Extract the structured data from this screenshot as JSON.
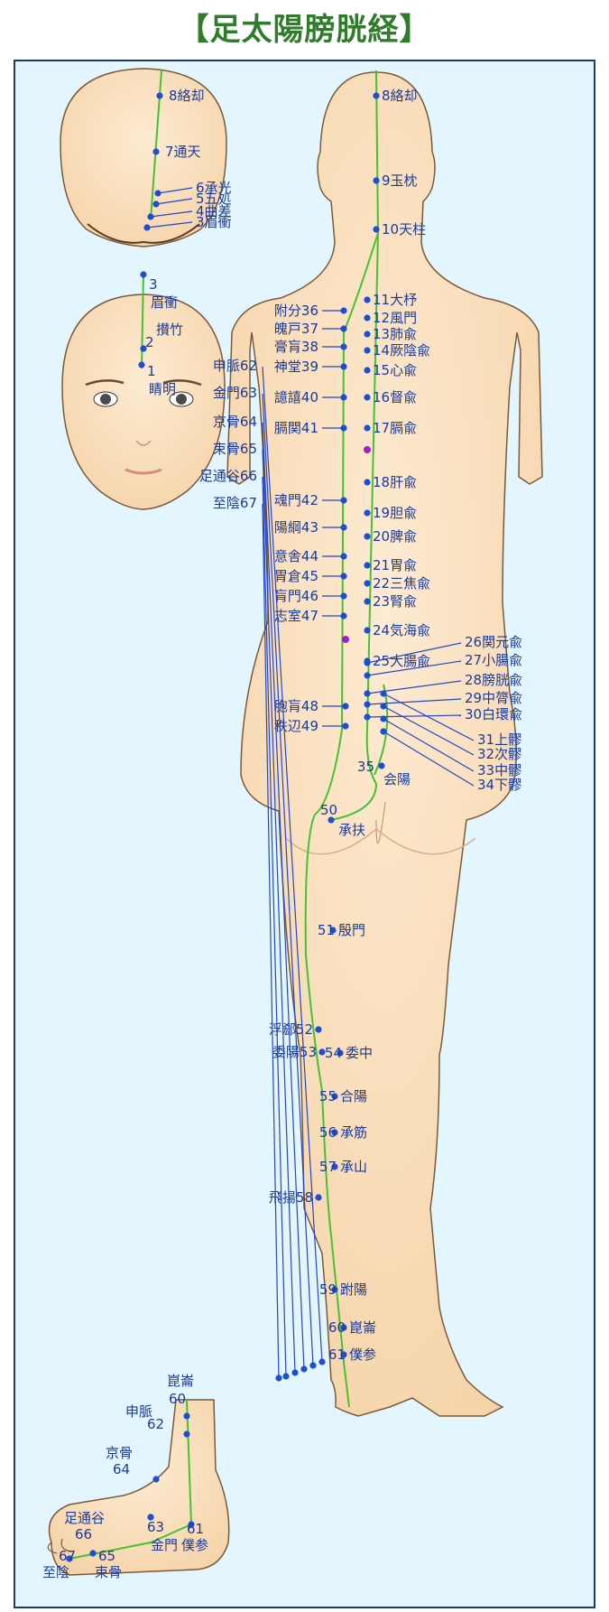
{
  "title": "【足太陽膀胱経】",
  "colors": {
    "meridian": "#44c232",
    "point": "#1d4fd1",
    "label": "#1a3a9e",
    "skin": "#fce4c2",
    "background": "#e3f6fd",
    "frame": "#1d3c66",
    "extra_point": "#a020c8"
  },
  "top_head": [
    {
      "n": "8",
      "name": "絡却"
    },
    {
      "n": "7",
      "name": "通天"
    },
    {
      "n": "6",
      "name": "承光"
    },
    {
      "n": "5",
      "name": "五処"
    },
    {
      "n": "4",
      "name": "曲差"
    },
    {
      "n": "3",
      "name": "眉衝"
    }
  ],
  "face": [
    {
      "n": "3",
      "name": "眉衝"
    },
    {
      "n": "2",
      "name": "攅竹"
    },
    {
      "n": "1",
      "name": "睛明"
    }
  ],
  "body_left": [
    {
      "n": "36",
      "name": "附分"
    },
    {
      "n": "37",
      "name": "魄戸"
    },
    {
      "n": "38",
      "name": "膏肓"
    },
    {
      "n": "39",
      "name": "神堂"
    },
    {
      "n": "40",
      "name": "譩譆"
    },
    {
      "n": "41",
      "name": "膈関"
    },
    {
      "n": "42",
      "name": "魂門"
    },
    {
      "n": "43",
      "name": "陽綱"
    },
    {
      "n": "44",
      "name": "意舎"
    },
    {
      "n": "45",
      "name": "胃倉"
    },
    {
      "n": "46",
      "name": "肓門"
    },
    {
      "n": "47",
      "name": "志室"
    },
    {
      "n": "48",
      "name": "胞肓"
    },
    {
      "n": "49",
      "name": "秩辺"
    }
  ],
  "body_right": [
    {
      "n": "8",
      "name": "絡却"
    },
    {
      "n": "9",
      "name": "玉枕"
    },
    {
      "n": "10",
      "name": "天柱"
    },
    {
      "n": "11",
      "name": "大杼"
    },
    {
      "n": "12",
      "name": "風門"
    },
    {
      "n": "13",
      "name": "肺兪"
    },
    {
      "n": "14",
      "name": "厥陰兪"
    },
    {
      "n": "15",
      "name": "心兪"
    },
    {
      "n": "16",
      "name": "督兪"
    },
    {
      "n": "17",
      "name": "膈兪"
    },
    {
      "n": "18",
      "name": "肝兪"
    },
    {
      "n": "19",
      "name": "胆兪"
    },
    {
      "n": "20",
      "name": "脾兪"
    },
    {
      "n": "21",
      "name": "胃兪"
    },
    {
      "n": "22",
      "name": "三焦兪"
    },
    {
      "n": "23",
      "name": "腎兪"
    },
    {
      "n": "24",
      "name": "気海兪"
    },
    {
      "n": "25",
      "name": "大腸兪"
    }
  ],
  "sacral": [
    {
      "n": "26",
      "name": "関元兪"
    },
    {
      "n": "27",
      "name": "小腸兪"
    },
    {
      "n": "28",
      "name": "膀胱兪"
    },
    {
      "n": "29",
      "name": "中膂兪"
    },
    {
      "n": "30",
      "name": "白環兪"
    },
    {
      "n": "31",
      "name": "上髎"
    },
    {
      "n": "32",
      "name": "次髎"
    },
    {
      "n": "33",
      "name": "中髎"
    },
    {
      "n": "34",
      "name": "下髎"
    }
  ],
  "p35": {
    "n": "35",
    "name": "会陽"
  },
  "leg": [
    {
      "n": "50",
      "name": "承扶"
    },
    {
      "n": "51",
      "name": "殷門"
    },
    {
      "n": "52",
      "name": "浮郄"
    },
    {
      "n": "53",
      "name": "委陽"
    },
    {
      "n": "54",
      "name": "委中"
    },
    {
      "n": "55",
      "name": "合陽"
    },
    {
      "n": "56",
      "name": "承筋"
    },
    {
      "n": "57",
      "name": "承山"
    },
    {
      "n": "58",
      "name": "飛揚"
    },
    {
      "n": "59",
      "name": "跗陽"
    },
    {
      "n": "60",
      "name": "崑崙"
    },
    {
      "n": "61",
      "name": "僕参"
    }
  ],
  "foot_leaders": [
    {
      "n": "62",
      "name": "申脈"
    },
    {
      "n": "63",
      "name": "金門"
    },
    {
      "n": "64",
      "name": "京骨"
    },
    {
      "n": "65",
      "name": "束骨"
    },
    {
      "n": "66",
      "name": "足通谷"
    },
    {
      "n": "67",
      "name": "至陰"
    }
  ],
  "foot_side": [
    {
      "n": "60",
      "name": "崑崙"
    },
    {
      "n": "62",
      "name": "申脈"
    },
    {
      "n": "64",
      "name": "京骨"
    },
    {
      "n": "63",
      "name": "金門"
    },
    {
      "n": "61",
      "name": "僕参"
    },
    {
      "n": "66",
      "name": "足通谷"
    },
    {
      "n": "65",
      "name": "束骨"
    },
    {
      "n": "67",
      "name": "至陰"
    }
  ]
}
